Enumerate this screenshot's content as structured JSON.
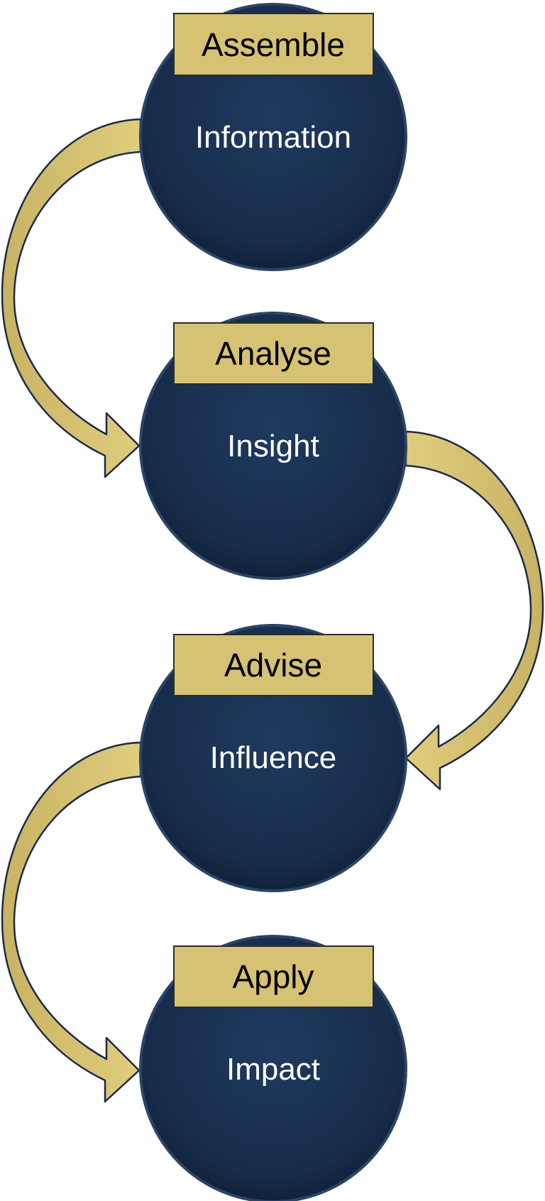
{
  "colors": {
    "background": "#ffffff",
    "circle_fill": "#19304f",
    "circle_stroke": "#2c4466",
    "tag_fill": "#d6c273",
    "tag_stroke": "#2b2b2b",
    "arrow_fill": "#d9c472",
    "arrow_stroke": "#1b2b44",
    "tag_text": "#000000",
    "body_text": "#ffffff"
  },
  "stages": [
    {
      "tag": "Assemble",
      "body": "Information"
    },
    {
      "tag": "Analyse",
      "body": "Insight"
    },
    {
      "tag": "Advise",
      "body": "Influence"
    },
    {
      "tag": "Apply",
      "body": "Impact"
    }
  ]
}
